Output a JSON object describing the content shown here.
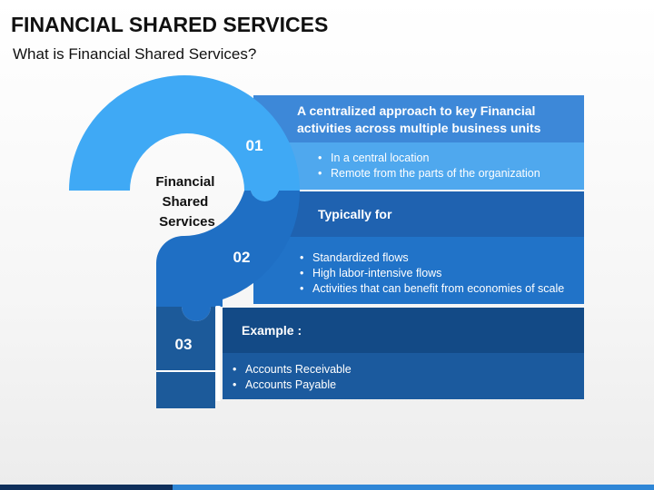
{
  "header": {
    "title": "FINANCIAL SHARED SERVICES",
    "subtitle": "What is Financial Shared Services?"
  },
  "center_label": [
    "Financial",
    "Shared",
    "Services"
  ],
  "steps": [
    {
      "number": "01",
      "heading_lines": [
        "A centralized approach to key Financial",
        "activities across multiple business units"
      ],
      "bullets": [
        "In a central location",
        "Remote from the parts of the organization"
      ]
    },
    {
      "number": "02",
      "heading_lines": [
        "Typically for"
      ],
      "bullets": [
        "Standardized flows",
        "High labor-intensive flows",
        "Activities that can benefit from economies of scale"
      ]
    },
    {
      "number": "03",
      "heading_lines": [
        "Example :"
      ],
      "bullets": [
        "Accounts Receivable",
        "Accounts Payable"
      ]
    }
  ],
  "colors": {
    "light_blue": "#3FA9F5",
    "panel1_head": "#3D88D8",
    "panel1_body": "#4FA8EE",
    "mid_blue": "#1F6FC4",
    "panel2_head": "#1F62B0",
    "panel2_body": "#2173C8",
    "dark_blue": "#1C5A9A",
    "panel3_head": "#134A86",
    "panel3_body": "#1B5A9E",
    "bar_dark": "#0E2E5A",
    "bar_light": "#2E86D6"
  }
}
